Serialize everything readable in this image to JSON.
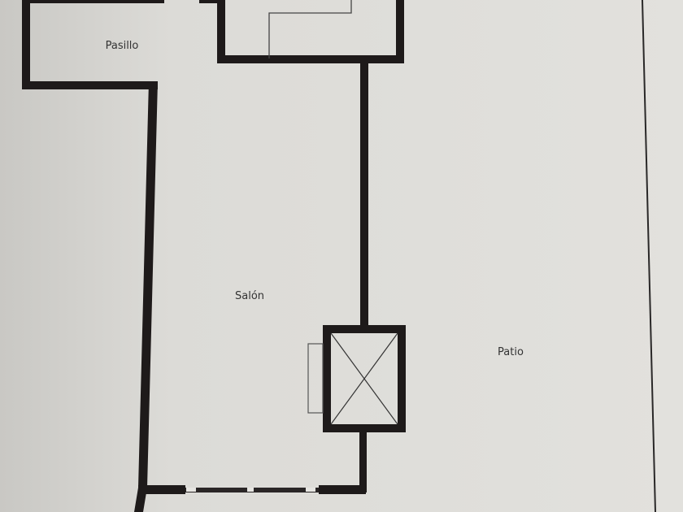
{
  "rooms": {
    "pasillo": "Pasillo",
    "salon": "Salón",
    "patio": "Patio"
  },
  "colors": {
    "paper": "#dddcd8",
    "wall": "#1e1a1a",
    "line": "#444444"
  }
}
